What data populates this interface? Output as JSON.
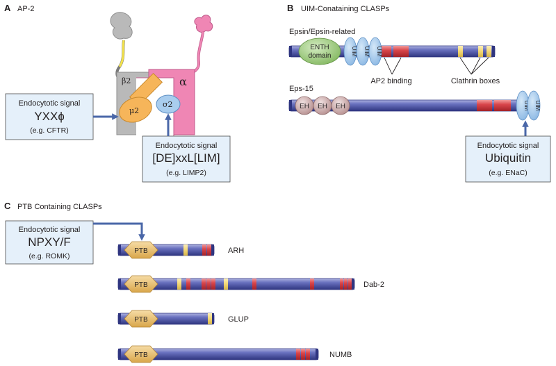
{
  "colors": {
    "bar_fill": "#5b63b0",
    "bar_dark": "#2f3580",
    "red_segment": "#d9464b",
    "yellow_segment": "#f2d675",
    "uim_blue": "#9dc4ea",
    "eh_brown": "#d4b3b3",
    "enth_green": "#9bc77a",
    "ptb_tan": "#e9bf6b",
    "signal_box": "#e5f0fa",
    "arrow": "#4a67a8",
    "alpha_pink": "#ef86b4",
    "mu2_orange": "#f6b55a",
    "sigma2_blue": "#a9cdee",
    "beta2_grey": "#b9b9b9",
    "linker_yellow": "#f3e24a"
  },
  "panel_a": {
    "letter": "A",
    "title": "AP-2",
    "subunits": {
      "beta2": "β2",
      "alpha": "α",
      "mu2": "μ2",
      "sigma2": "σ2"
    },
    "signal_yxx": {
      "heading": "Endocytotic signal",
      "motif": "YXXɸ",
      "example": "(e.g. CFTR)"
    },
    "signal_dexxl": {
      "heading": "Endocytotic signal",
      "motif": "[DE]xxL[LIM]",
      "example": "(e.g. LIMP2)"
    }
  },
  "panel_b": {
    "letter": "B",
    "title": "UIM-Conataining CLASPs",
    "epsin": {
      "name": "Epsin/Epsin-related",
      "enth_line1": "ENTH",
      "enth_line2": "domain",
      "uim": "UIM"
    },
    "labels": {
      "ap2_binding": "AP2 binding",
      "clathrin_boxes": "Clathrin boxes"
    },
    "eps15": {
      "name": "Eps-15",
      "eh": "EH",
      "uim": "UIM"
    },
    "signal_ubiquitin": {
      "heading": "Endocytotic signal",
      "motif": "Ubiquitin",
      "example": "(e.g. ENaC)"
    }
  },
  "panel_c": {
    "letter": "C",
    "title": "PTB Containing CLASPs",
    "signal_npxy": {
      "heading": "Endocytotic signal",
      "motif": "NPXY/F",
      "example": "(e.g. ROMK)"
    },
    "ptb_label": "PTB",
    "proteins": [
      {
        "name": "ARH"
      },
      {
        "name": "Dab-2"
      },
      {
        "name": "GLUP"
      },
      {
        "name": "NUMB"
      }
    ]
  }
}
